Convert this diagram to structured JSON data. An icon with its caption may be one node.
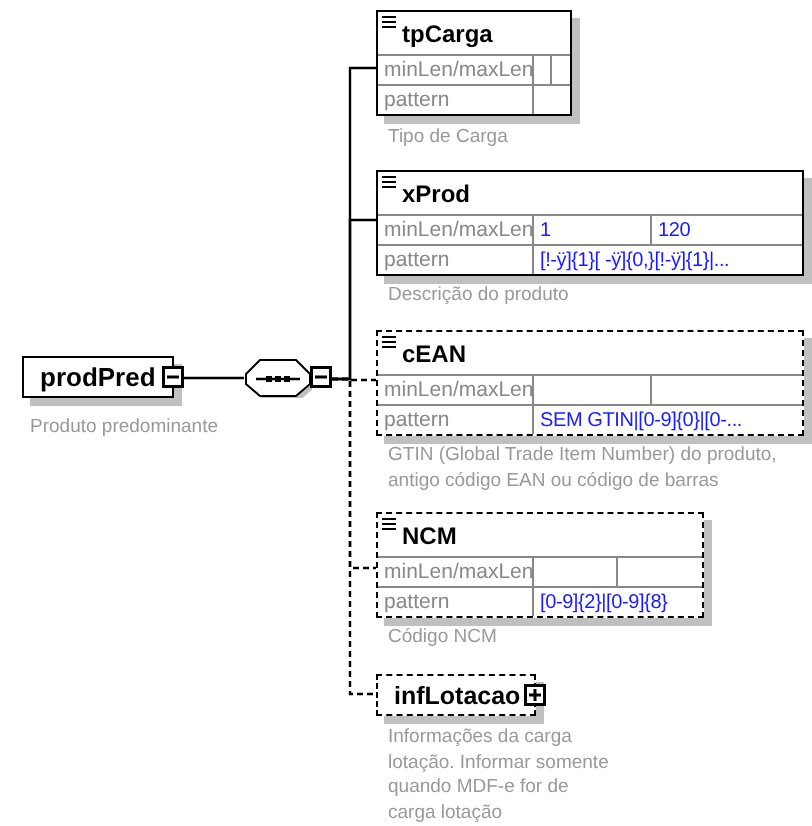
{
  "diagram": {
    "nodes": [
      {
        "text": [
          "prodPred"
        ],
        "beside": [
          "Produto predominante"
        ]
      },
      {
        "text": [],
        "shape": "box"
      },
      {
        "text": [
          "tpCarga",
          "minLen/maxLen",
          "pattern"
        ],
        "beside": [
          "Tipo de Carga"
        ]
      },
      {
        "text": [
          "xProd",
          "minLen/maxLen",
          "1",
          "120",
          "pattern",
          "[!-ÿ]{1}[ -ÿ]{0,}[!-ÿ]{1}|..."
        ],
        "beside": [
          "Descrição do produto"
        ]
      },
      {
        "text": [
          "cEAN",
          "minLen/maxLen",
          "pattern",
          "SEM GTIN|[0-9]{0}|[0-..."
        ],
        "beside": [
          "GTIN (Global Trade Item Number) do produto, antigo código EAN ou código de barras"
        ]
      },
      {
        "text": [
          "NCM",
          "minLen/maxLen",
          "pattern",
          "[0-9]{2}|[0-9]{8}"
        ],
        "beside": [
          "Código NCM"
        ]
      },
      {
        "text": [
          "infLotacao"
        ],
        "beside": [
          "Informações da carga lotação. Informar somente quando MDF-e for de carga lotação"
        ]
      }
    ],
    "edges": [
      {
        "from": 0,
        "to": 1,
        "arrow": "none"
      },
      {
        "from": 1,
        "to": 2,
        "arrow": "none"
      },
      {
        "from": 1,
        "to": 3,
        "arrow": "none"
      },
      {
        "from": 1,
        "to": 4,
        "arrow": "none",
        "style": "dashed"
      },
      {
        "from": 1,
        "to": 5,
        "arrow": "none",
        "style": "dashed"
      },
      {
        "from": 1,
        "to": 6,
        "arrow": "none",
        "style": "dashed"
      }
    ]
  }
}
